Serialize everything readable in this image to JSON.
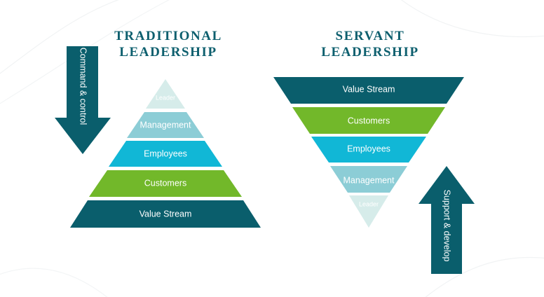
{
  "traditional": {
    "title_line1": "TRADITIONAL",
    "title_line2": "LEADERSHIP",
    "arrow_label": "Command & control",
    "tiers": [
      "Leader",
      "Management",
      "Employees",
      "Customers",
      "Value Stream"
    ]
  },
  "servant": {
    "title_line1": "SERVANT",
    "title_line2": "LEADERSHIP",
    "arrow_label": "Support & develop",
    "tiers": [
      "Value Stream",
      "Customers",
      "Employees",
      "Management",
      "Leader"
    ]
  },
  "colors": {
    "value_stream": "#0a5e6c",
    "customers": "#72b82a",
    "employees": "#11b7d6",
    "management": "#8ccdd6",
    "leader": "#d6ecea",
    "title": "#0d5f6e",
    "arrow": "#0a5e6c"
  }
}
